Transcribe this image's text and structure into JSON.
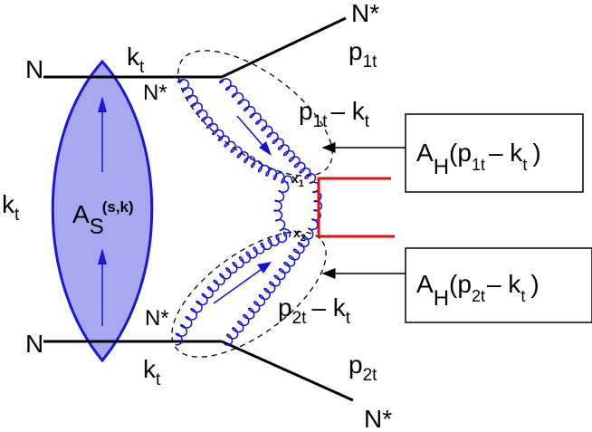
{
  "labels": {
    "n_top": "N",
    "n_bottom": "N",
    "kt_top": "k",
    "kt_top_sub": "t",
    "kt_left": "k",
    "kt_left_sub": "t",
    "kt_bottom": "k",
    "kt_bottom_sub": "t",
    "nstar_inner_top": "N*",
    "nstar_inner_bottom": "N*",
    "nstar_out_top": "N*",
    "nstar_out_bottom": "N*",
    "p1t": "p",
    "p1t_sub": "1t",
    "p2t": "p",
    "p2t_sub": "2t",
    "p1t_minus_kt_p": "p",
    "p1t_minus_kt_sub": "1t",
    "p1t_minus_kt_rest": "– k",
    "p1t_minus_kt_rest_sub": "t",
    "p2t_minus_kt_p": "p",
    "p2t_minus_kt_sub": "2t",
    "p2t_minus_kt_rest": "– k",
    "p2t_minus_kt_rest_sub": "t",
    "x1": "x",
    "x1_sub": "1",
    "x2": "x",
    "x2_sub": "2",
    "as_main": "A",
    "as_sub": "S",
    "as_sup": "(s,k)"
  },
  "boxes": {
    "top": {
      "a": "A",
      "sub": "H",
      "open": "(p",
      "psub": "1t",
      "mid": "– k",
      "ksub": "t",
      "close": ")"
    },
    "bottom": {
      "a": "A",
      "sub": "H",
      "open": "(p",
      "psub": "2t",
      "mid": "– k",
      "ksub": "t",
      "close": ")"
    }
  },
  "colors": {
    "blob_fill": "#a8a8f0",
    "blob_stroke": "#1818d8",
    "gluon": "#1010e0",
    "red_line": "#e01010",
    "black": "#000000"
  }
}
